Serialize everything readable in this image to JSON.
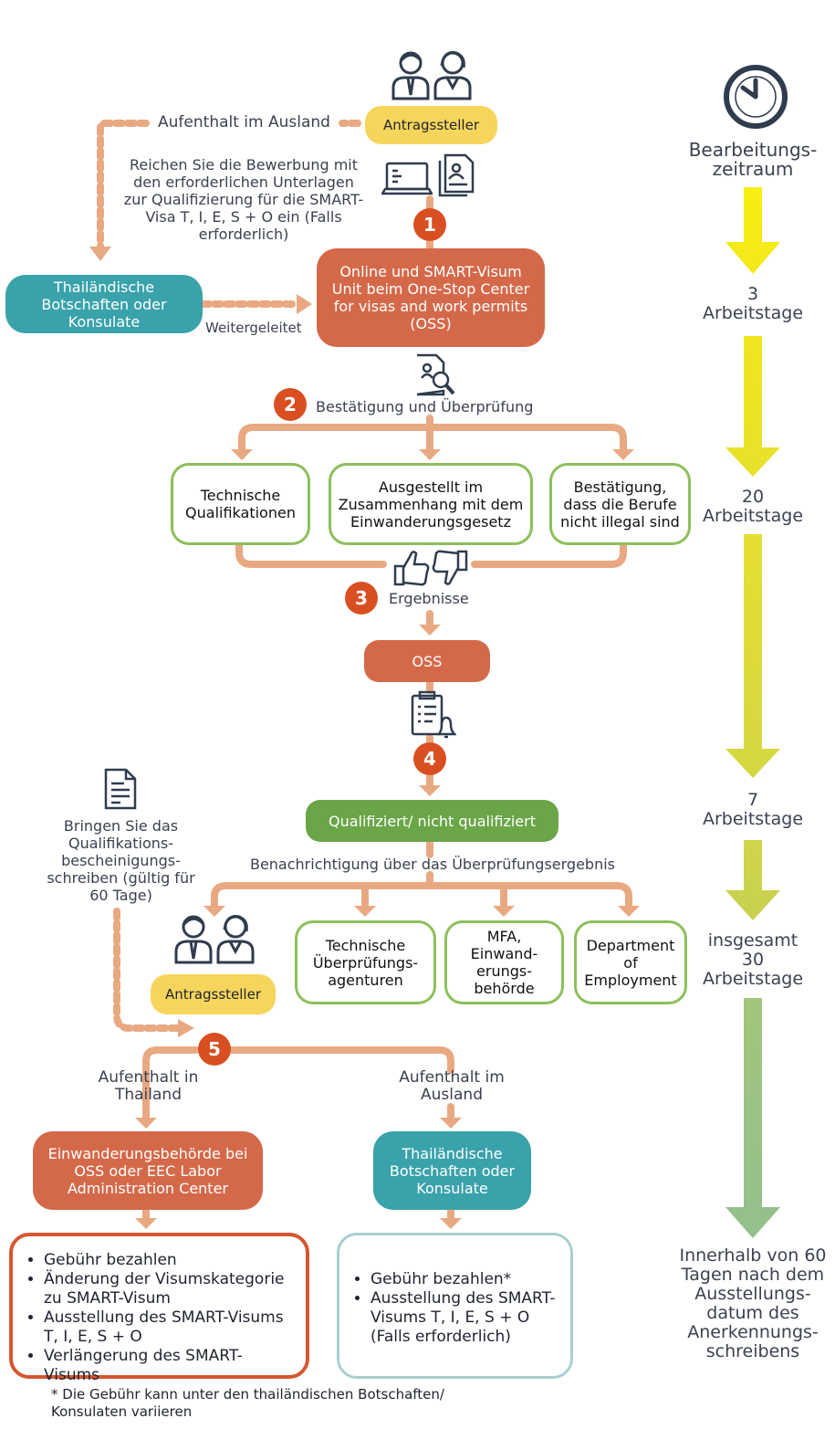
{
  "applicant_top": "Antragssteller",
  "abroad_top": "Aufenthalt im Ausland",
  "submit_text": "Reichen Sie die Bewerbung mit den erforderlichen Unterlagen zur Qualifizierung für die SMART-Visa T, I, E, S + O ein (Falls erforderlich)",
  "embassy_top": "Thailändische Botschaften oder Konsulate",
  "forwarded": "Weitergeleitet",
  "oss_center": "Online und SMART-Visum Unit beim One-Stop Center for visas and work permits (OSS)",
  "steps": [
    "1",
    "2",
    "3",
    "4",
    "5"
  ],
  "verification": "Bestätigung und Überprüfung",
  "checks": [
    "Technische Qualifikationen",
    "Ausgestellt im Zusammenhang mit dem Einwanderungsgesetz",
    "Bestätigung, dass die Berufe nicht illegal sind"
  ],
  "results": "Ergebnisse",
  "oss": "OSS",
  "qualified": "Qualifiziert/ nicht qualifiziert",
  "notification": "Benachrichtigung über das Überprüfungsergebnis",
  "bring_letter": "Bringen Sie das Qualifikations-bescheinigungs-schreiben (gültig für 60 Tage)",
  "recipients": [
    "Technische Überprüfungs-agenturen",
    "MFA, Einwand-erungs-behörde",
    "Department of Employment"
  ],
  "applicant_bottom": "Antragssteller",
  "stay_thailand": "Aufenthalt in Thailand",
  "stay_abroad": "Aufenthalt im Ausland",
  "immigration_office": "Einwanderungsbehörde bei OSS oder EEC Labor Administration Center",
  "embassy_bottom": "Thailändische Botschaften oder Konsulate",
  "list_left": [
    "Gebühr bezahlen",
    "Änderung der Visumskategorie zu SMART-Visum",
    "Ausstellung des SMART-Visums T, I, E, S + O",
    "Verlängerung des SMART-Visums"
  ],
  "list_right": [
    "Gebühr bezahlen*",
    "Ausstellung des SMART-Visums T, I, E, S + O (Falls erforderlich)"
  ],
  "footnote": "*  Die Gebühr kann unter den thailändischen Botschaften/ Konsulaten variieren",
  "timeline": {
    "title": "Bearbeitungs-zeitraum",
    "stage1": "3 Arbeitstage",
    "stage2": "20 Arbeitstage",
    "stage3": "7 Arbeitstage",
    "total": "insgesamt 30 Arbeitstage",
    "final": "Innerhalb von 60 Tagen nach dem Ausstellungs-datum des Anerkennungs-schreibens"
  },
  "colors": {
    "yellow": "#f6d55c",
    "orange": "#d4694a",
    "teal": "#3aa2aa",
    "green": "#6aa548",
    "outline_green": "#8cbf5a",
    "connector": "#e8a982",
    "step": "#d94f22",
    "icon": "#2f3c4e"
  }
}
